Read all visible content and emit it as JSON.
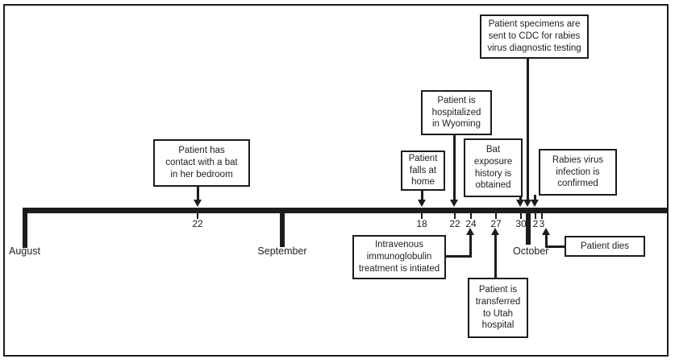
{
  "events": {
    "bat_contact": "Patient has\ncontact with a bat\nin her bedroom",
    "falls": "Patient\nfalls at\nhome",
    "hospitalized": "Patient is\nhospitalized\nin Wyoming",
    "cdc_specimens": "Patient specimens are\nsent to CDC for rabies\nvirus diagnostic testing",
    "bat_history": "Bat\nexposure\nhistory is\nobtained",
    "confirmed": "Rabies virus\ninfection is\nconfirmed",
    "ivig": "Intravenous\nimmunoglobulin\ntreatment is intiated",
    "transferred": "Patient is\ntransferred\nto Utah\nhospital",
    "dies": "Patient dies"
  },
  "months": {
    "august": "August",
    "september": "September",
    "october": "October"
  },
  "ticks": {
    "aug22": "22",
    "sep18": "18",
    "sep22": "22",
    "sep24": "24",
    "sep27": "27",
    "sep30": "30",
    "oct2": "2",
    "oct3": "3"
  }
}
